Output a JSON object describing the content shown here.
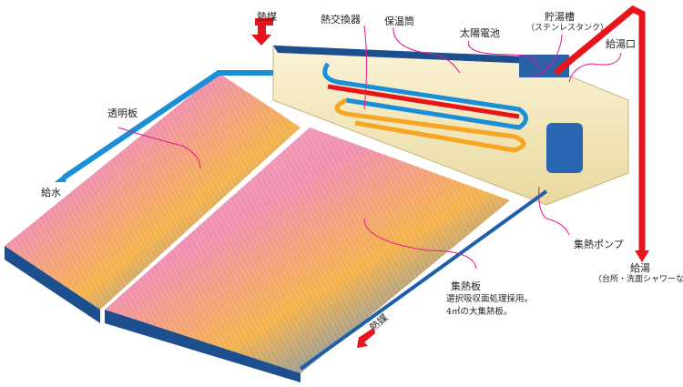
{
  "labels": {
    "heat_medium_top": "熱媒",
    "heat_exchanger": "熱交換器",
    "insulation_tube": "保温筒",
    "solar_cell": "太陽電池",
    "storage_tank": "貯湯槽",
    "storage_tank_note": "（ステンレスタンク）",
    "hot_water_outlet": "給湯口",
    "transparent_panel": "透明板",
    "water_supply": "給水",
    "collector_pump": "集熱ポンプ",
    "hot_water_supply": "給湯",
    "hot_water_supply_note": "（台所・洗面シャワーなどへ",
    "collector_plate": "集熱板",
    "collector_plate_note1": "選択吸収面処理採用。",
    "collector_plate_note2": "4㎡の大集熱板。",
    "heat_medium_bottom": "熱媒"
  },
  "colors": {
    "hot_pipe": "#e8141c",
    "cold_pipe": "#1a8fd8",
    "leader_line": "#e8168a",
    "panel_frame": "#1d4f8f"
  }
}
